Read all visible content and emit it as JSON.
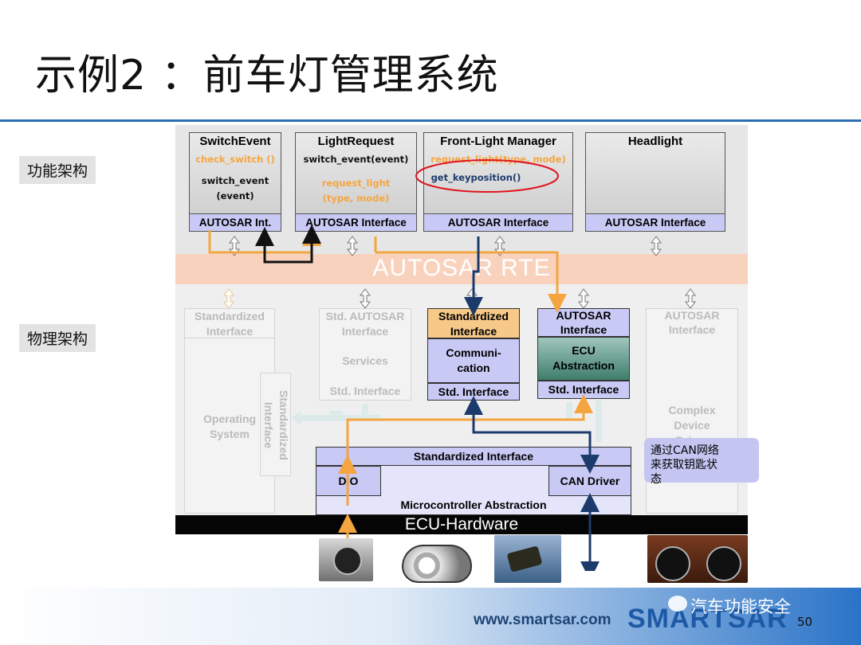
{
  "slide": {
    "title": "示例2 ：前车灯管理系统",
    "labels": {
      "functional": "功能架构",
      "physical": "物理架构"
    }
  },
  "components": {
    "switch_event": {
      "title": "SwitchEvent",
      "line1": "check_switch ()",
      "line2": "switch_event",
      "line3": "(event)",
      "footer": "AUTOSAR Int."
    },
    "light_request": {
      "title": "LightRequest",
      "line1": "switch_event(event)",
      "line2": "request_light",
      "line3": "(type, mode)",
      "footer": "AUTOSAR Interface"
    },
    "front_light_manager": {
      "title": "Front-Light Manager",
      "line1": "request_light(type, mode)",
      "line2": "get_keyposition()",
      "footer": "AUTOSAR Interface"
    },
    "headlight": {
      "title": "Headlight",
      "footer": "AUTOSAR Interface"
    }
  },
  "rte": {
    "label": "AUTOSAR RTE"
  },
  "bsw": {
    "standardized_interface_left": {
      "line1": "Standardized",
      "line2": "Interface"
    },
    "services": {
      "header1": "Std. AUTOSAR",
      "header2": "Interface",
      "body": "Services",
      "footer": "Std. Interface"
    },
    "communication": {
      "header1": "Standardized",
      "header2": "Interface",
      "body1": "Communi-",
      "body2": "cation",
      "footer": "Std. Interface"
    },
    "ecu_abstraction": {
      "header1": "AUTOSAR",
      "header2": "Interface",
      "body1": "ECU",
      "body2": "Abstraction",
      "footer": "Std. Interface"
    },
    "complex_driver": {
      "header1": "AUTOSAR",
      "header2": "Interface",
      "body1": "Complex",
      "body2": "Device",
      "body3": "Driver"
    },
    "operating_system": {
      "line1": "Operating",
      "line2": "System"
    },
    "os_vertical_interface": {
      "line1": "Standardized",
      "line2": "Interface"
    },
    "mcal": {
      "header": "Standardized Interface",
      "dio": "DIO",
      "can_driver": "CAN Driver",
      "footer": "Microcontroller Abstraction"
    }
  },
  "hardware": {
    "label": "ECU-Hardware"
  },
  "callout": {
    "line1": "通过CAN网络",
    "line2": "来获取钥匙状",
    "line3": "态"
  },
  "footer": {
    "url": "www.smartsar.com",
    "logo": "SMARTSAR",
    "watermark": "汽车功能安全",
    "page_number": "50"
  },
  "colors": {
    "accent_blue": "#2e6db5",
    "orange_flow": "#f5a540",
    "navy_flow": "#1c3b6c",
    "highlight_red": "#e0141e",
    "interface_lavender": "#c9c9f5"
  },
  "icons": [
    "light-switch-icon",
    "headlamp-icon",
    "key-ignition-icon",
    "dashboard-icon",
    "wechat-icon"
  ]
}
